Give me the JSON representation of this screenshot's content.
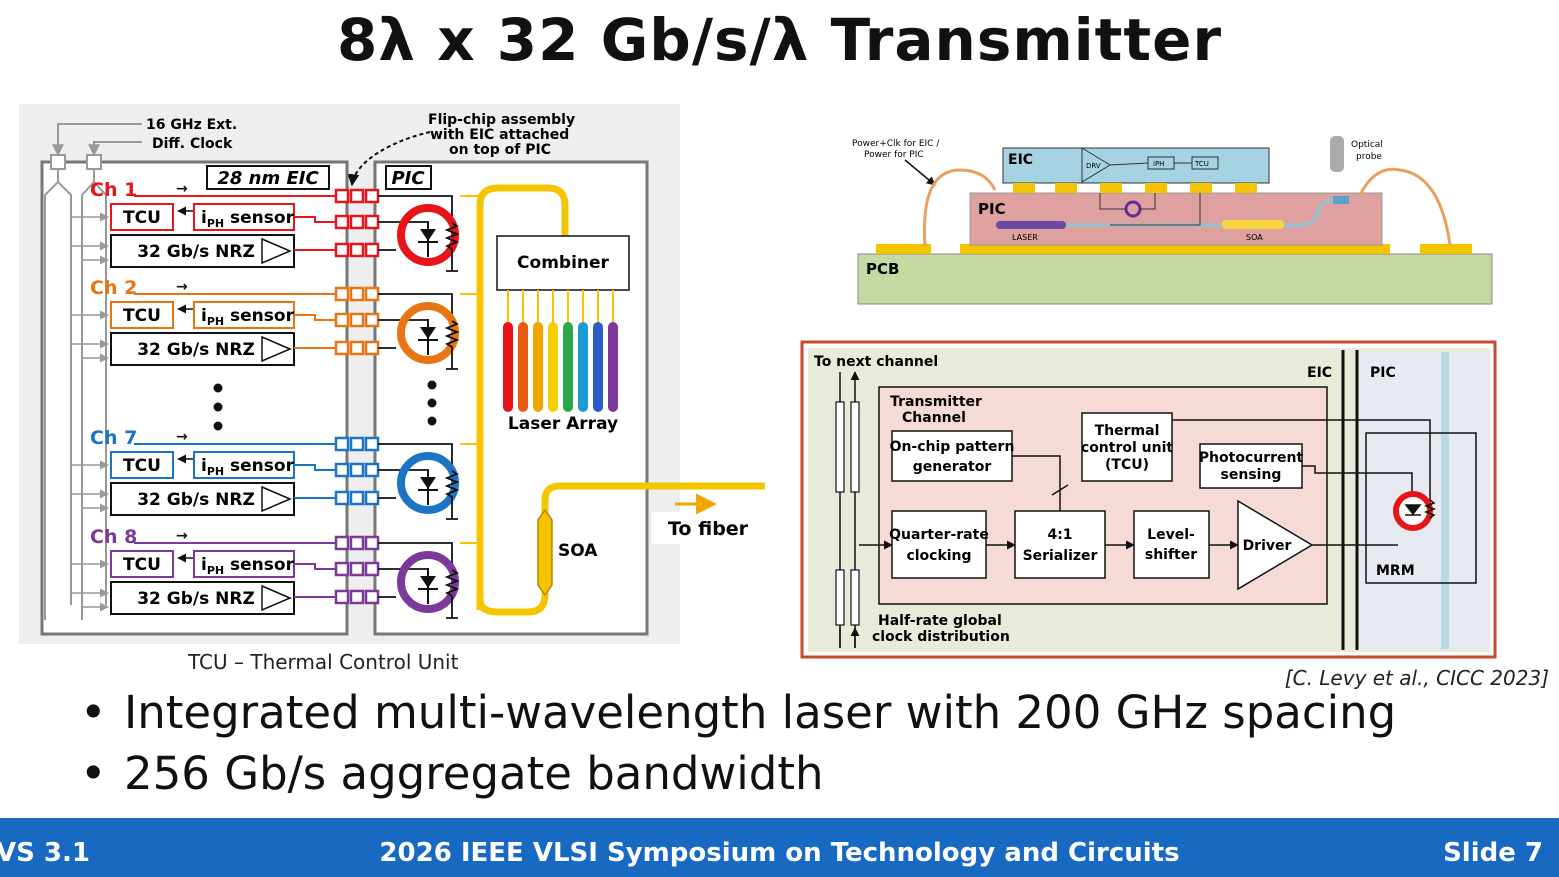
{
  "title": "8λ x 32 Gb/s/λ Transmitter",
  "left_diagram": {
    "clock_label_1": "16 GHz Ext.",
    "clock_label_2": "Diff. Clock",
    "flipchip_1": "Flip-chip assembly",
    "flipchip_2": "with EIC attached",
    "flipchip_3": "on top of PIC",
    "eic_label": "28 nm  EIC",
    "pic_label": "PIC",
    "combiner": "Combiner",
    "laser_array": "Laser Array",
    "soa": "SOA",
    "to_fiber": "To fiber",
    "tcu": "TCU",
    "iph_sensor_base": "i",
    "iph_sensor_sub": "PH",
    "iph_sensor_rest": " sensor",
    "nrz": "32 Gb/s NRZ",
    "arrow": "→",
    "channels": [
      {
        "name": "Ch 1",
        "color": "#e8141b"
      },
      {
        "name": "Ch 2",
        "color": "#e87511"
      },
      {
        "name": "Ch 7",
        "color": "#1c74c4"
      },
      {
        "name": "Ch 8",
        "color": "#7b3a9a"
      }
    ],
    "laser_colors": [
      "#e8141b",
      "#e85a11",
      "#f0a500",
      "#f5cf00",
      "#2aa84a",
      "#1c9ad6",
      "#2b5cc8",
      "#7b3a9a"
    ]
  },
  "package_diagram": {
    "power_label_1": "Power+Clk for EIC /",
    "power_label_2": "Power for PIC",
    "optical_probe_1": "Optical",
    "optical_probe_2": "probe",
    "eic": "EIC",
    "drv": "DRV",
    "iph": "iPH",
    "tcu": "TCU",
    "pic": "PIC",
    "laser": "LASER",
    "soa": "SOA",
    "pcb": "PCB"
  },
  "block_diagram": {
    "to_next_channel": "To next channel",
    "eic": "EIC",
    "pic": "PIC",
    "transmitter_channel_1": "Transmitter",
    "transmitter_channel_2": "Channel",
    "pattern_gen_1": "On-chip pattern",
    "pattern_gen_2": "generator",
    "thermal_1": "Thermal",
    "thermal_2": "control unit",
    "thermal_3": "(TCU)",
    "photocurrent_1": "Photocurrent",
    "photocurrent_2": "sensing",
    "quarter_rate_1": "Quarter-rate",
    "quarter_rate_2": "clocking",
    "serializer_1": "4:1",
    "serializer_2": "Serializer",
    "level_shifter_1": "Level-",
    "level_shifter_2": "shifter",
    "driver": "Driver",
    "mrm": "MRM",
    "half_rate_1": "Half-rate global",
    "half_rate_2": "clock distribution"
  },
  "caption": "TCU – Thermal Control Unit",
  "citation": "[C. Levy et al., CICC 2023]",
  "bullets": [
    "Integrated multi-wavelength laser with 200 GHz spacing",
    "256 Gb/s aggregate bandwidth"
  ],
  "footer": {
    "left": "VS 3.1",
    "center": "2026 IEEE VLSI Symposium on Technology and Circuits",
    "right": "Slide 7"
  }
}
